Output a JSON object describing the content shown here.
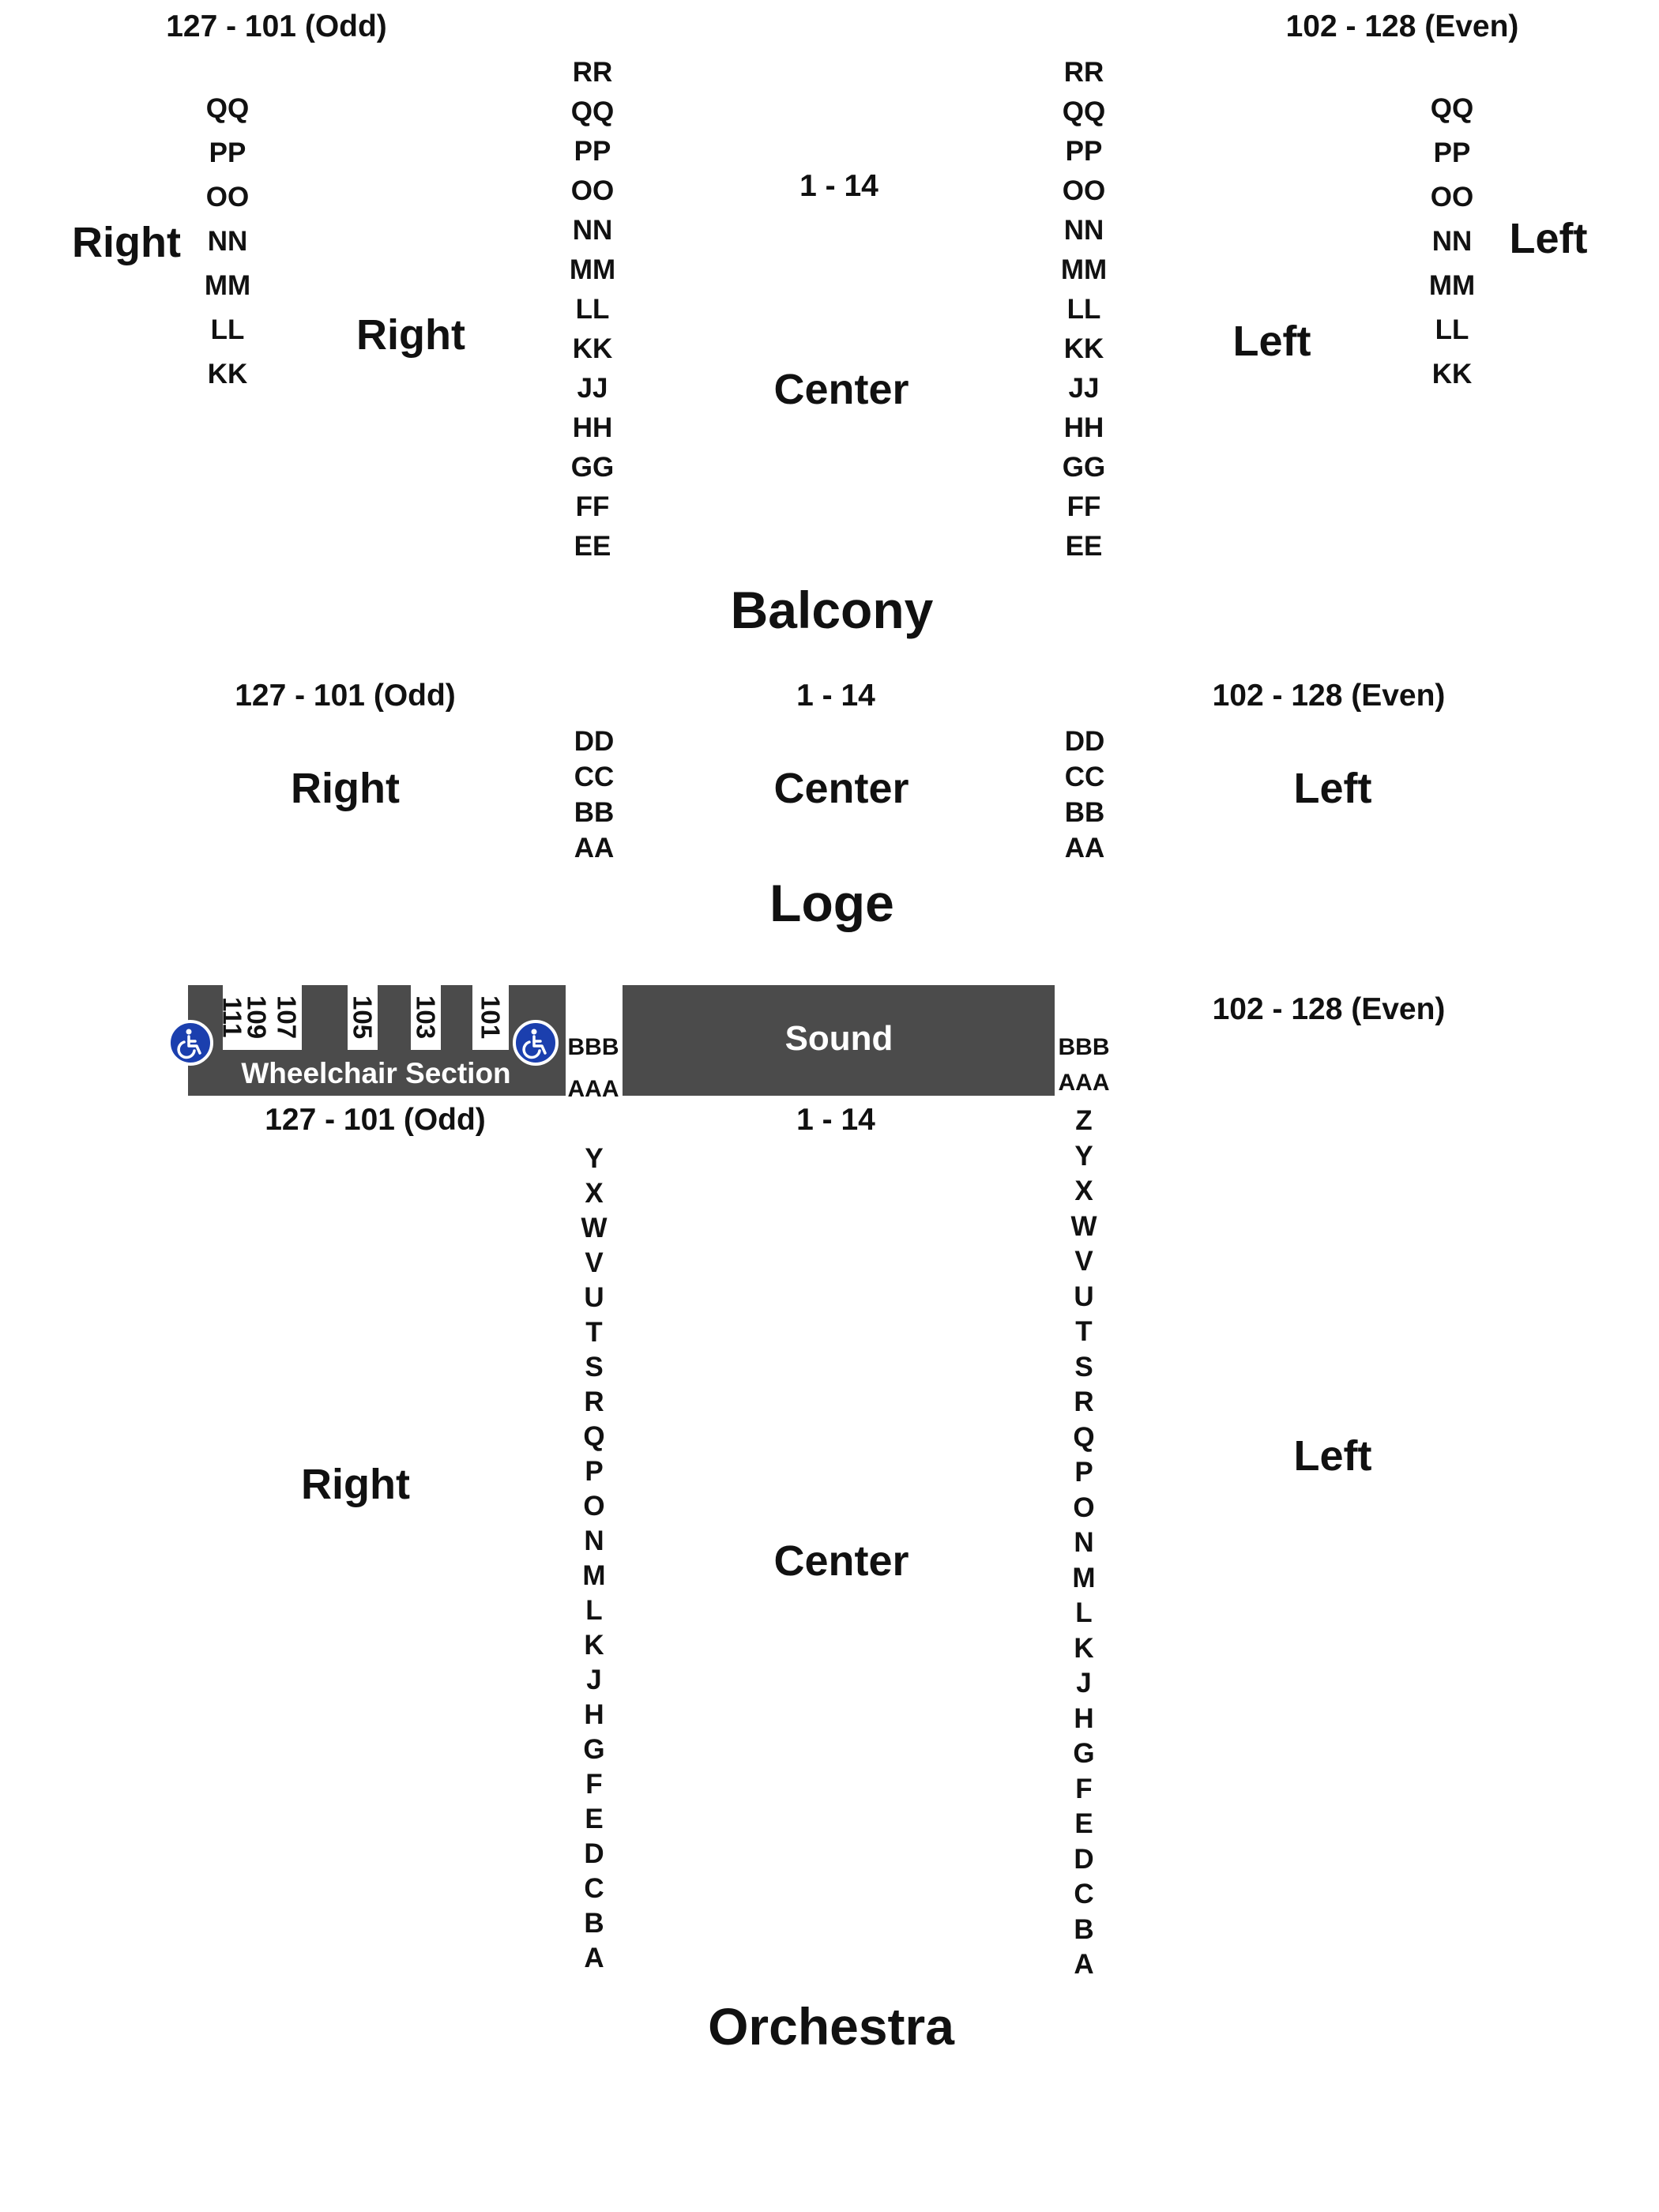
{
  "balcony": {
    "title": "Balcony",
    "odd_range": "127 - 101 (Odd)",
    "even_range": "102 - 128 (Even)",
    "center_range": "1 - 14",
    "outer_right_label": "Right",
    "inner_right_label": "Right",
    "center_label": "Center",
    "inner_left_label": "Left",
    "outer_left_label": "Left",
    "outer_right_rows": [
      "QQ",
      "PP",
      "OO",
      "NN",
      "MM",
      "LL",
      "KK"
    ],
    "center_right_rows": [
      "RR",
      "QQ",
      "PP",
      "OO",
      "NN",
      "MM",
      "LL",
      "KK",
      "JJ",
      "HH",
      "GG",
      "FF",
      "EE"
    ],
    "center_left_rows": [
      "RR",
      "QQ",
      "PP",
      "OO",
      "NN",
      "MM",
      "LL",
      "KK",
      "JJ",
      "HH",
      "GG",
      "FF",
      "EE"
    ],
    "outer_left_rows": [
      "QQ",
      "PP",
      "OO",
      "NN",
      "MM",
      "LL",
      "KK"
    ]
  },
  "loge": {
    "title": "Loge",
    "odd_range": "127 - 101 (Odd)",
    "center_range": "1 - 14",
    "even_range": "102 - 128 (Even)",
    "right_label": "Right",
    "center_label": "Center",
    "left_label": "Left",
    "right_rows": [
      "DD",
      "CC",
      "BB",
      "AA"
    ],
    "left_rows": [
      "DD",
      "CC",
      "BB",
      "AA"
    ]
  },
  "wheelchair": {
    "label": "Wheelchair Section",
    "seats": [
      "111",
      "109",
      "107",
      "105",
      "103",
      "101"
    ],
    "icon": "wheelchair-accessible-icon",
    "icon_color": "#1b3fae"
  },
  "sound": {
    "label": "Sound"
  },
  "orchestra": {
    "title": "Orchestra",
    "odd_range": "127 - 101 (Odd)",
    "center_range": "1 - 14",
    "even_range": "102 - 128 (Even)",
    "right_label": "Right",
    "center_label": "Center",
    "left_label": "Left",
    "right_cross_rows": [
      "BBB",
      "AAA"
    ],
    "left_cross_rows": [
      "BBB",
      "AAA"
    ],
    "right_rows": [
      "Y",
      "X",
      "W",
      "V",
      "U",
      "T",
      "S",
      "R",
      "Q",
      "P",
      "O",
      "N",
      "M",
      "L",
      "K",
      "J",
      "H",
      "G",
      "F",
      "E",
      "D",
      "C",
      "B",
      "A"
    ],
    "left_rows": [
      "Z",
      "Y",
      "X",
      "W",
      "V",
      "U",
      "T",
      "S",
      "R",
      "Q",
      "P",
      "O",
      "N",
      "M",
      "L",
      "K",
      "J",
      "H",
      "G",
      "F",
      "E",
      "D",
      "C",
      "B",
      "A"
    ]
  },
  "colors": {
    "block": "#4b4b4b",
    "text": "#111111"
  }
}
